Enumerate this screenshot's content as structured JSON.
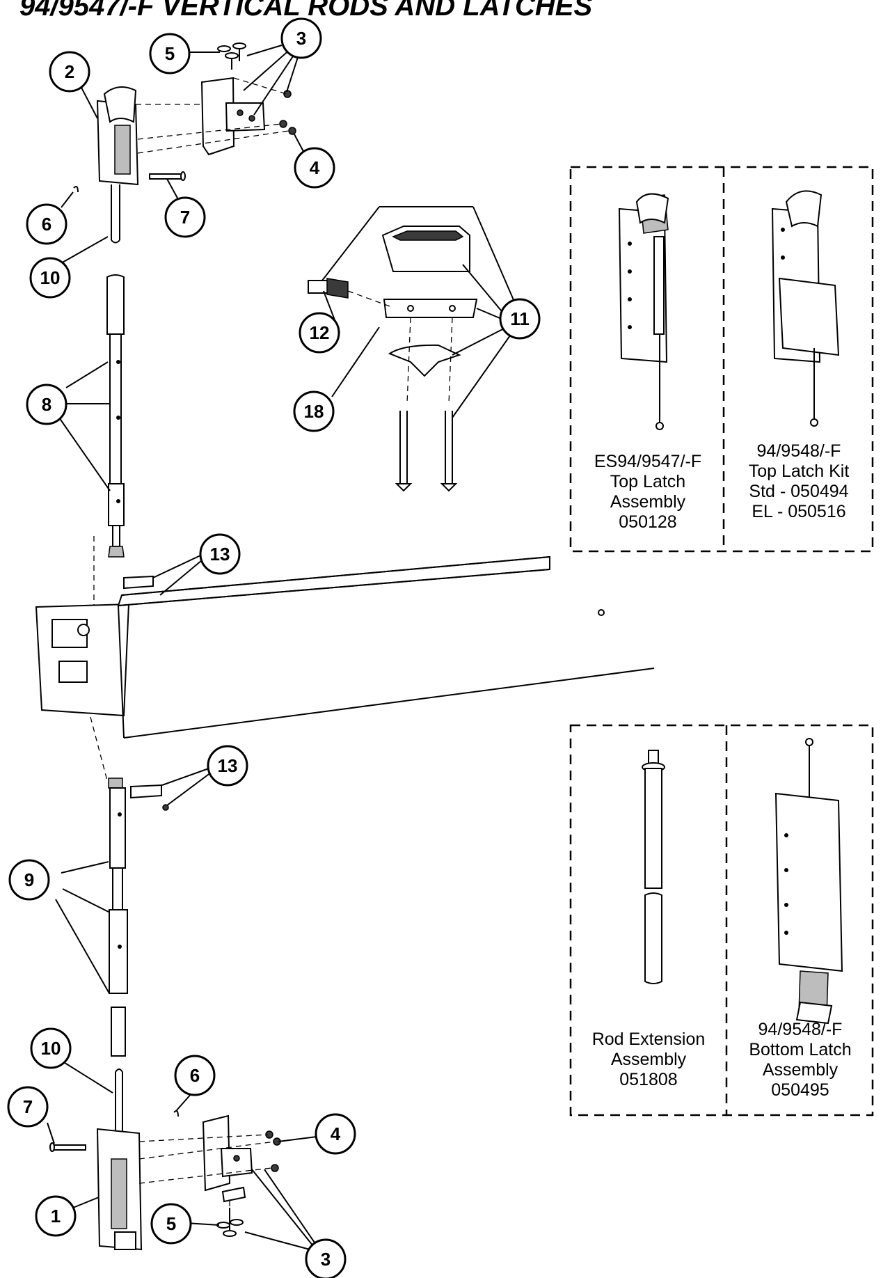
{
  "title": "94/9547/-F VERTICAL RODS AND LATCHES",
  "callouts": [
    "1",
    "2",
    "3",
    "4",
    "5",
    "6",
    "7",
    "8",
    "9",
    "10",
    "11",
    "12",
    "13",
    "18"
  ],
  "kits": {
    "top_latch_assembly": [
      "ES94/9547/-F",
      "Top Latch",
      "Assembly",
      "050128"
    ],
    "top_latch_kit": [
      "94/9548/-F",
      "Top Latch Kit",
      "Std - 050494",
      "EL - 050516"
    ],
    "rod_extension": [
      "Rod Extension",
      "Assembly",
      "051808"
    ],
    "bottom_latch": [
      "94/9548/-F",
      "Bottom Latch",
      "Assembly",
      "050495"
    ]
  }
}
